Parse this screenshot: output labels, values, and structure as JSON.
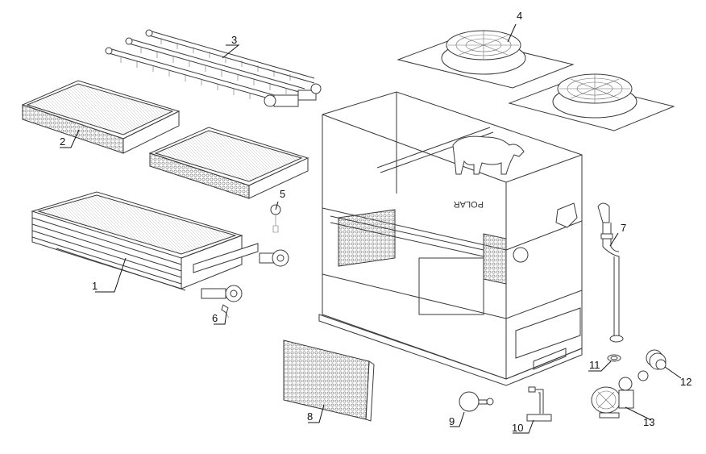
{
  "diagram": {
    "colors": {
      "line": "#3a3a3a",
      "label": "#111111",
      "mesh": "#777777",
      "background": "#ffffff"
    },
    "brand_text": "POLAR",
    "callouts": [
      {
        "id": "c1",
        "text": "1"
      },
      {
        "id": "c2",
        "text": "2"
      },
      {
        "id": "c3",
        "text": "3"
      },
      {
        "id": "c4",
        "text": "4"
      },
      {
        "id": "c5",
        "text": "5"
      },
      {
        "id": "c6",
        "text": "6"
      },
      {
        "id": "c7",
        "text": "7"
      },
      {
        "id": "c8",
        "text": "8"
      },
      {
        "id": "c9",
        "text": "9"
      },
      {
        "id": "c10",
        "text": "10"
      },
      {
        "id": "c11",
        "text": "11"
      },
      {
        "id": "c12",
        "text": "12"
      },
      {
        "id": "c13",
        "text": "13"
      }
    ]
  }
}
